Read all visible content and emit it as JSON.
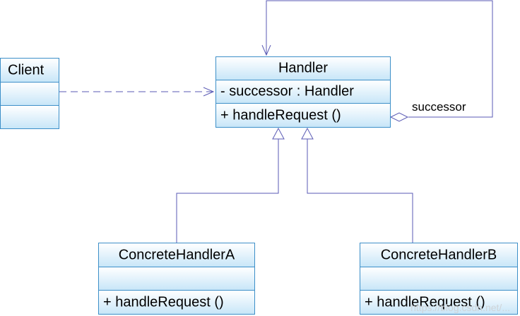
{
  "classes": {
    "client": {
      "name": "Client",
      "attributes": "",
      "operations": ""
    },
    "handler": {
      "name": "Handler",
      "attributes": "-  successor : Handler",
      "operations": "+  handleRequest ()"
    },
    "concreteA": {
      "name": "ConcreteHandlerA",
      "attributes": "",
      "operations": "+  handleRequest ()"
    },
    "concreteB": {
      "name": "ConcreteHandlerB",
      "attributes": "",
      "operations": "+  handleRequest ()"
    }
  },
  "relations": {
    "self_association_label": "successor"
  },
  "watermark": "https://blog.csdn.net/...",
  "colors": {
    "border": "#3c8fc8",
    "fill_top": "#ffffff",
    "fill_bottom": "#c8e6f8",
    "connector": "#5a5ab4"
  }
}
